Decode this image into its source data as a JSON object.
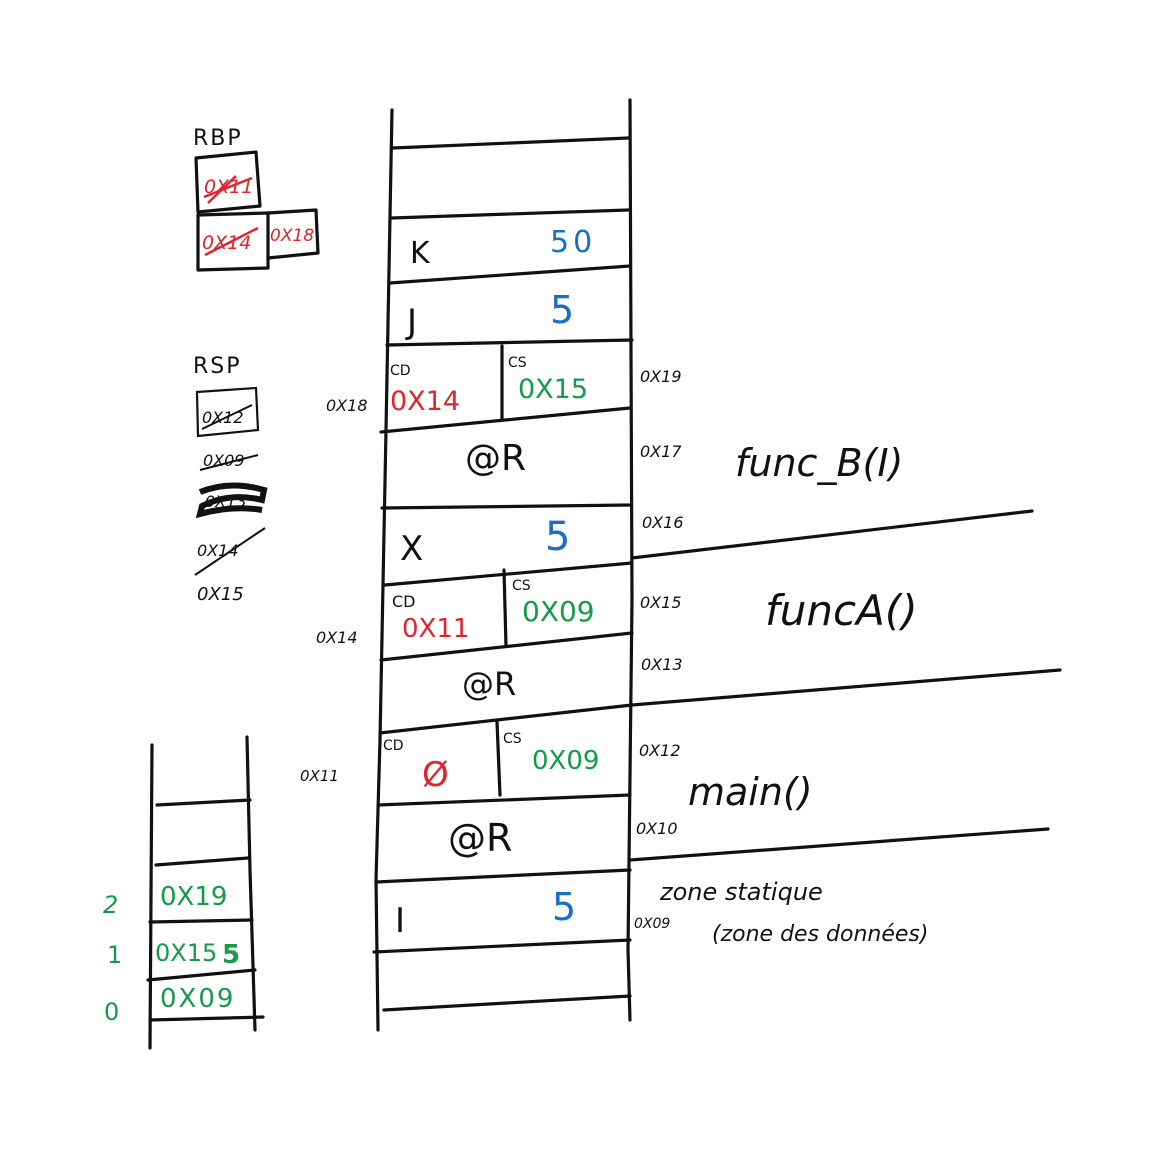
{
  "colors": {
    "ink": "#111111",
    "red": "#e0242c",
    "blue": "#1a6fc4",
    "green": "#159a4a"
  },
  "rbp": {
    "label": "RBP",
    "crossed": [
      "0X11",
      "0X14"
    ],
    "current": "0X18"
  },
  "rsp": {
    "label": "RSP",
    "crossed": [
      "0X12",
      "0X09",
      "0X13",
      "0X14"
    ],
    "current": "0X15"
  },
  "stack_rows": [
    {
      "var": "K",
      "value": "50"
    },
    {
      "var": "J",
      "value": "5"
    },
    {
      "cd_label": "CD",
      "cd": "0X14",
      "cs_label": "CS",
      "cs": "0X15",
      "left_addr": "0X18",
      "right_addr": "0X19"
    },
    {
      "ret": "@R",
      "right_addr": "0X17"
    },
    {
      "var": "X",
      "value": "5",
      "right_addr": "0X16"
    },
    {
      "cd_label": "CD",
      "cd": "0X11",
      "cs_label": "CS",
      "cs": "0X09",
      "left_addr": "0X14",
      "right_addr": "0X15"
    },
    {
      "ret": "@R",
      "right_addr": "0X13"
    },
    {
      "cd_label": "CD",
      "cd": "Ø",
      "cs_label": "CS",
      "cs": "0X09",
      "left_addr": "0X11",
      "right_addr": "0X12"
    },
    {
      "ret": "@R",
      "right_addr": "0X10"
    },
    {
      "var": "I",
      "value": "5",
      "right_addr": "0X09"
    }
  ],
  "function_labels": [
    "func_B(I)",
    "funcA()",
    "main()"
  ],
  "static_zone": {
    "line1": "zone statique",
    "line2": "(zone des données)"
  },
  "small_stack": {
    "indices": [
      "2",
      "1",
      "0"
    ],
    "values": [
      "0X19",
      "0X15",
      "0X09"
    ],
    "overwritten_digit": "5"
  }
}
